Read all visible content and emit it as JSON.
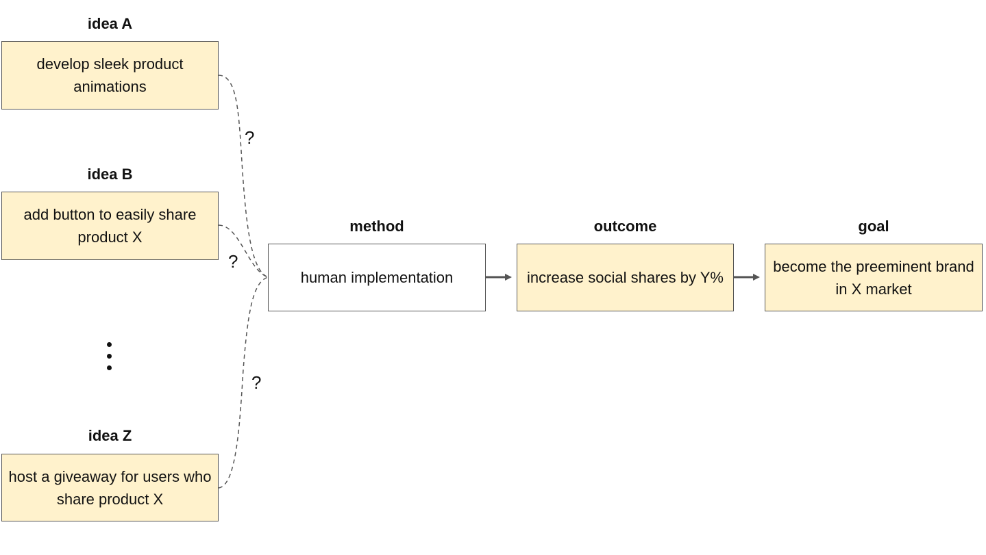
{
  "ideas": [
    {
      "heading": "idea A",
      "text": "develop sleek product animations"
    },
    {
      "heading": "idea B",
      "text": "add button to easily share product X"
    },
    {
      "heading": "idea Z",
      "text": "host a giveaway for users who share product X"
    }
  ],
  "method": {
    "heading": "method",
    "text": "human implementation"
  },
  "outcome": {
    "heading": "outcome",
    "text": "increase social shares by Y%"
  },
  "goal": {
    "heading": "goal",
    "text": "become the preeminent brand in X market"
  },
  "connector_label": "?",
  "colors": {
    "idea_fill": "#fff2cc",
    "border": "#555555",
    "arrow": "#555555"
  }
}
